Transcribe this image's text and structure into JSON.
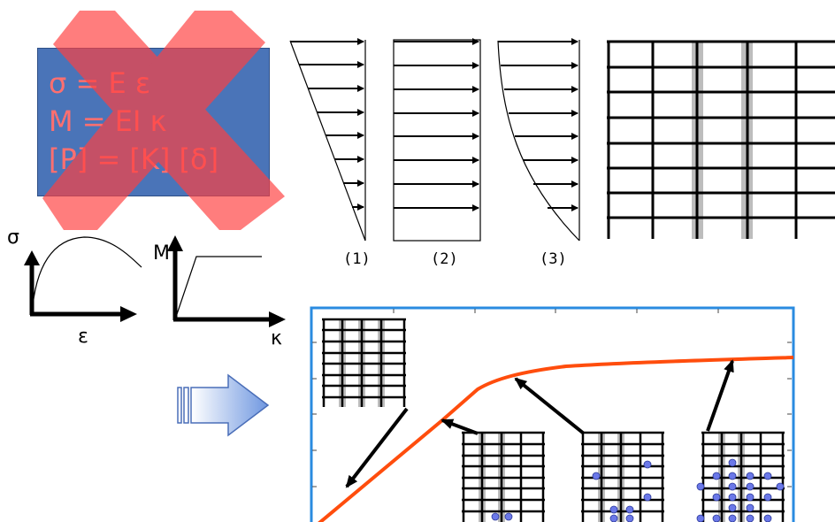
{
  "equations": [
    "σ = E ε",
    "M = EI κ",
    "[P] = [K] [δ]"
  ],
  "stress_strain": {
    "y_label": "σ",
    "x_label": "ε"
  },
  "moment_curvature": {
    "y_label": "M",
    "x_label": "κ"
  },
  "load_patterns": [
    "(1)",
    "(2)",
    "(3)"
  ],
  "colors": {
    "box_fill": "#4a74b8",
    "equation_text": "#ff6f6f",
    "cross": "#ff4040",
    "curve": "#ff4d0d",
    "plot_border": "#2a8be0",
    "hinge": "#6b78e8"
  },
  "icons": {
    "cross": "x-cross-icon",
    "arrow": "right-arrow-icon"
  }
}
